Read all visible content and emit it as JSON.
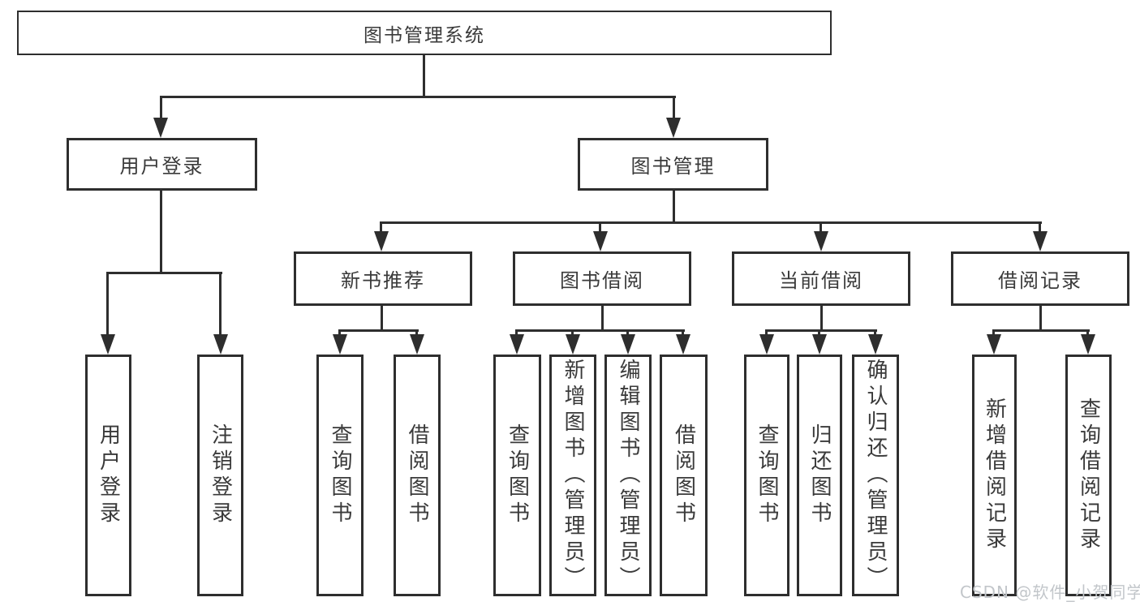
{
  "tree": {
    "root": {
      "label": "图书管理系统"
    },
    "level2": [
      {
        "label": "用户登录"
      },
      {
        "label": "图书管理"
      }
    ],
    "level3": [
      {
        "label": "新书推荐"
      },
      {
        "label": "图书借阅"
      },
      {
        "label": "当前借阅"
      },
      {
        "label": "借阅记录"
      }
    ],
    "leaves": [
      {
        "parent": "用户登录",
        "label": "用户登录"
      },
      {
        "parent": "用户登录",
        "label": "注销登录"
      },
      {
        "parent": "新书推荐",
        "label": "查询图书"
      },
      {
        "parent": "新书推荐",
        "label": "借阅图书"
      },
      {
        "parent": "图书借阅",
        "label": "查询图书"
      },
      {
        "parent": "图书借阅",
        "label": "新增图书（管理员）"
      },
      {
        "parent": "图书借阅",
        "label": "编辑图书（管理员）"
      },
      {
        "parent": "图书借阅",
        "label": "借阅图书"
      },
      {
        "parent": "当前借阅",
        "label": "查询图书"
      },
      {
        "parent": "当前借阅",
        "label": "归还图书"
      },
      {
        "parent": "当前借阅",
        "label": "确认归还（管理员）"
      },
      {
        "parent": "借阅记录",
        "label": "新增借阅记录"
      },
      {
        "parent": "借阅记录",
        "label": "查询借阅记录"
      }
    ]
  },
  "watermark": {
    "text": "CSDN @软件_小贺同学"
  },
  "colors": {
    "line": "#2e2e2e",
    "text": "#3a3a3a",
    "watermark": "#c2c6ca",
    "background": "#ffffff"
  }
}
